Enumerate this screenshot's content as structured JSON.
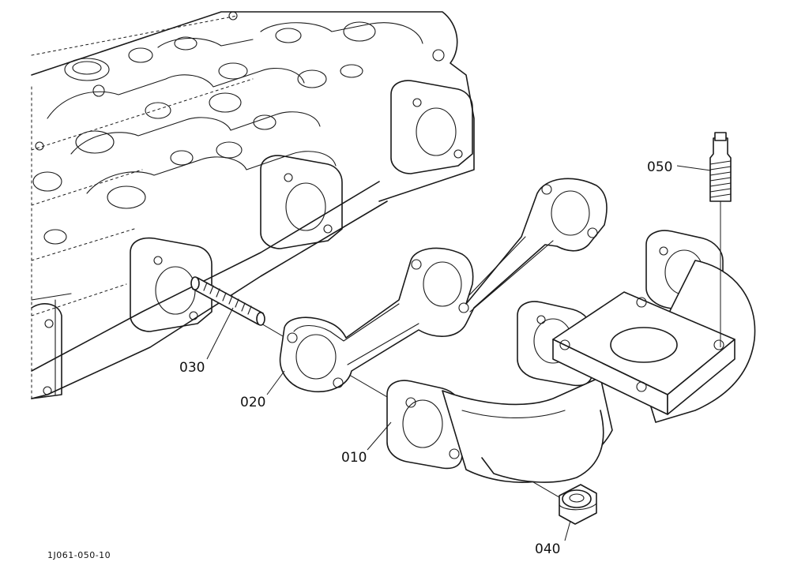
{
  "diagram": {
    "drawing_number": "1J061-050-10",
    "callouts": {
      "exhaust_manifold": "010",
      "gasket": "020",
      "stud_short": "030",
      "nut": "040",
      "stud_long": "050"
    }
  }
}
